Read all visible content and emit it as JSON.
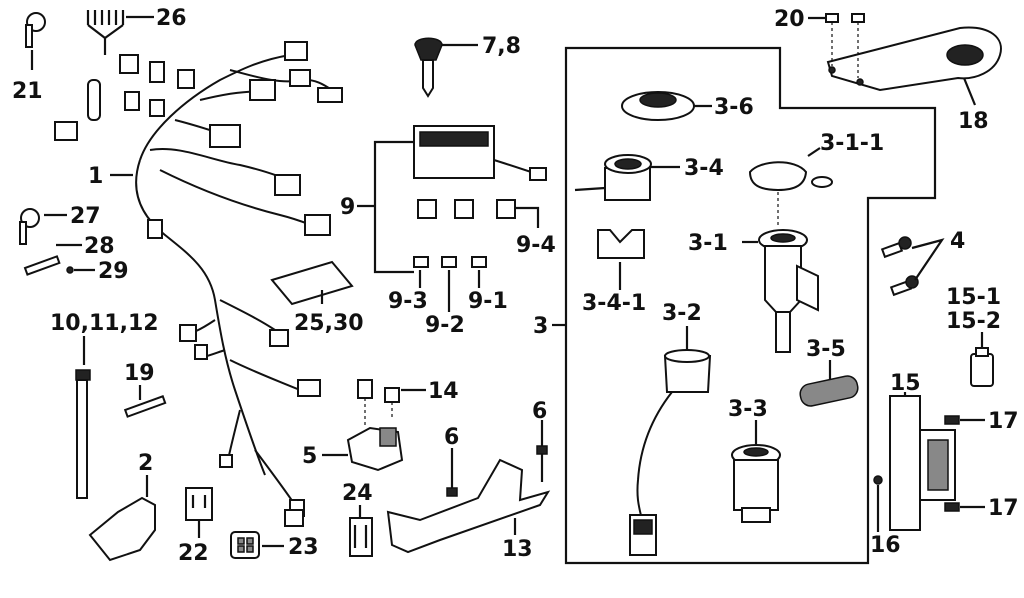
{
  "labels": {
    "l1": "1",
    "l2": "2",
    "l3": "3",
    "l3_1": "3-1",
    "l3_1_1": "3-1-1",
    "l3_2": "3-2",
    "l3_3": "3-3",
    "l3_4": "3-4",
    "l3_4_1": "3-4-1",
    "l3_5": "3-5",
    "l3_6": "3-6",
    "l4": "4",
    "l5": "5",
    "l6a": "6",
    "l6b": "6",
    "l7_8": "7,8",
    "l9": "9",
    "l9_1": "9-1",
    "l9_2": "9-2",
    "l9_3": "9-3",
    "l9_4": "9-4",
    "l10_12": "10,11,12",
    "l13": "13",
    "l14": "14",
    "l15": "15",
    "l15_1": "15-1",
    "l15_2": "15-2",
    "l16": "16",
    "l17a": "17",
    "l17b": "17",
    "l18": "18",
    "l19": "19",
    "l20": "20",
    "l21": "21",
    "l22": "22",
    "l23": "23",
    "l24": "24",
    "l25_30": "25,30",
    "l26": "26",
    "l27": "27",
    "l28": "28",
    "l29": "29"
  },
  "colors": {
    "ink": "#111111",
    "paper": "#ffffff",
    "shade": "#888888"
  }
}
